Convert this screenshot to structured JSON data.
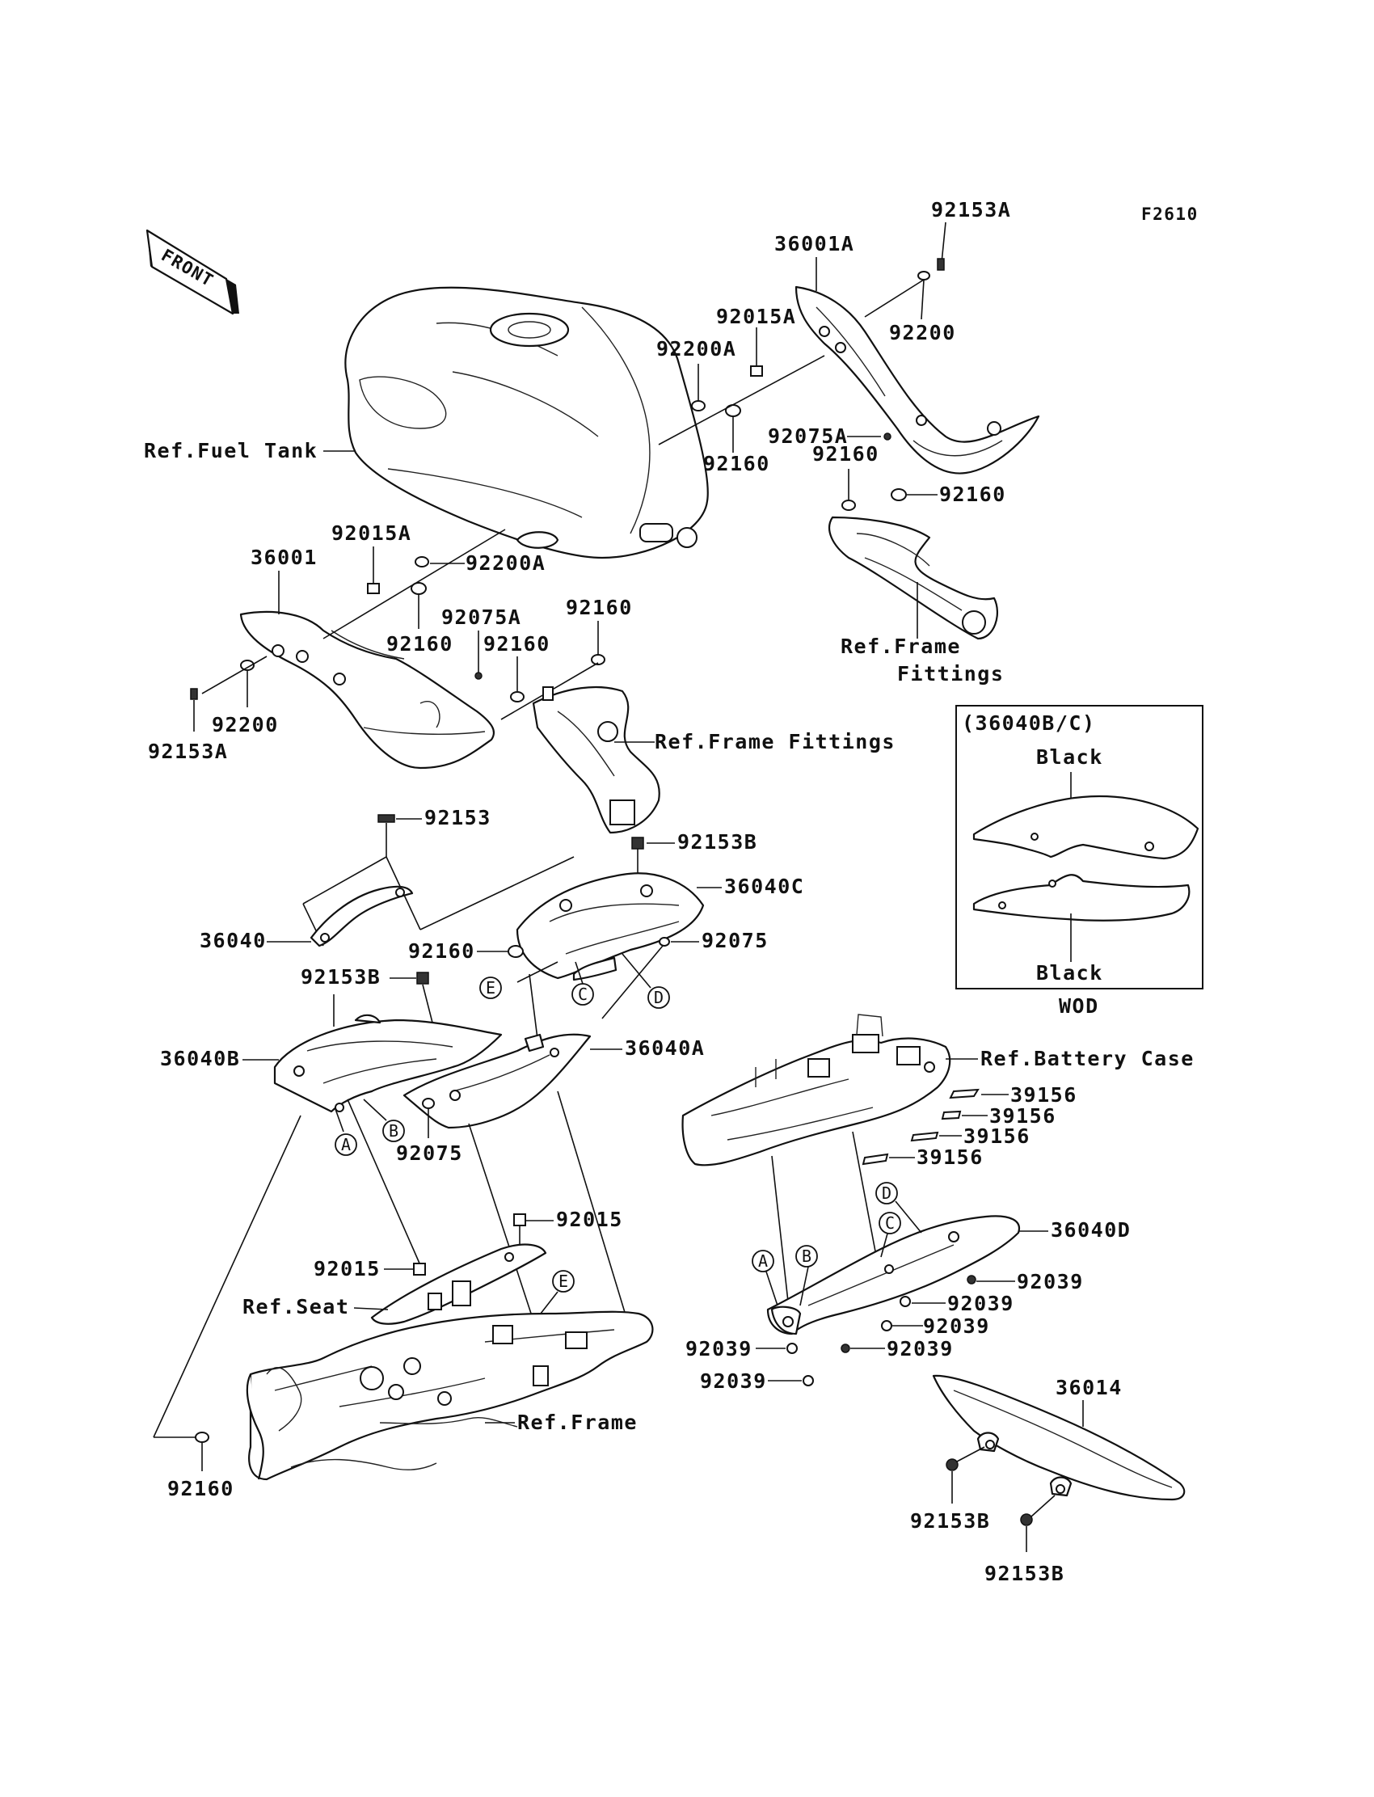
{
  "figure_code": "F2610",
  "front_label": "FRONT",
  "parts": {
    "p92153A_top": "92153A",
    "p36001A": "36001A",
    "p92015A_top": "92015A",
    "p92200A_top": "92200A",
    "p92200_top": "92200",
    "p92075A_top": "92075A",
    "p92160_a": "92160",
    "p92160_b": "92160",
    "p92160_c": "92160",
    "ref_fuel_tank": "Ref.Fuel Tank",
    "ref_frame_fittings_right_1": "Ref.Frame",
    "ref_frame_fittings_right_2": "Fittings",
    "p92015A_left": "92015A",
    "p36001": "36001",
    "p92200A_left": "92200A",
    "p92075A_left": "92075A",
    "p92160_d": "92160",
    "p92160_e": "92160",
    "p92160_f": "92160",
    "p92200_left": "92200",
    "p92153A_left": "92153A",
    "ref_frame_fittings_left": "Ref.Frame Fittings",
    "p92153": "92153",
    "p92153B_a": "92153B",
    "p36040C": "36040C",
    "p36040": "36040",
    "p92160_g": "92160",
    "p92075_a": "92075",
    "p92153B_b": "92153B",
    "p36040B": "36040B",
    "p36040A": "36040A",
    "p92075_b": "92075",
    "p92015_a": "92015",
    "p92015_b": "92015",
    "ref_seat": "Ref.Seat",
    "ref_frame": "Ref.Frame",
    "p92160_h": "92160",
    "ref_battery_case": "Ref.Battery Case",
    "p39156_a": "39156",
    "p39156_b": "39156",
    "p39156_c": "39156",
    "p39156_d": "39156",
    "p36040D": "36040D",
    "p92039_a": "92039",
    "p92039_b": "92039",
    "p92039_c": "92039",
    "p92039_d": "92039",
    "p92039_e": "92039",
    "p92039_f": "92039",
    "p36014": "36014",
    "p92153B_c": "92153B",
    "p92153B_d": "92153B"
  },
  "markers": {
    "A1": "A",
    "B1": "B",
    "C1": "C",
    "D1": "D",
    "E1": "E",
    "E2": "E",
    "A2": "A",
    "B2": "B",
    "C2": "C",
    "D2": "D"
  },
  "inset": {
    "title": "(36040B/C)",
    "top_color": "Black",
    "bottom_color": "Black",
    "caption": "WOD"
  }
}
